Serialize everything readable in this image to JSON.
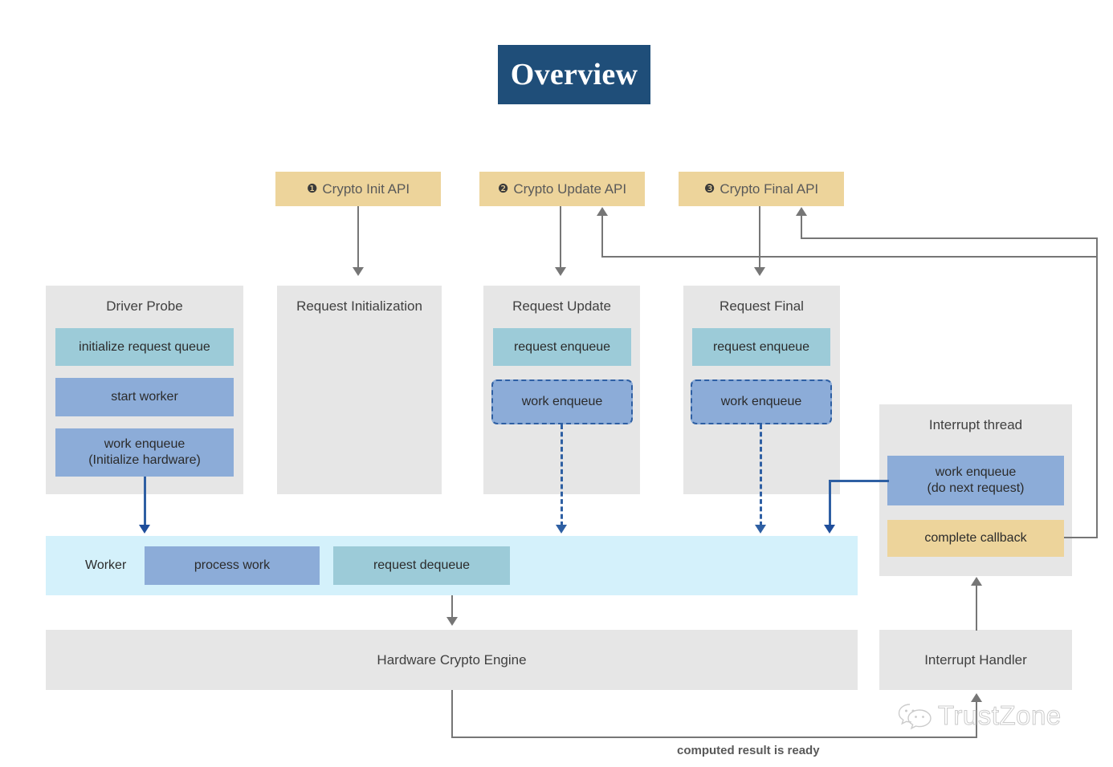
{
  "title": {
    "text": "Overview"
  },
  "colors": {
    "title_bg": "#1F4E79",
    "tan": "#EDD49B",
    "teal": "#9CCBD8",
    "blue": "#8CACD8",
    "lane_gray": "#E6E6E6",
    "worker_cyan": "#D4F1FB",
    "connector_gray": "#767676",
    "connector_blue": "#2E5FA3"
  },
  "apis": [
    {
      "marker": "❶",
      "label": "Crypto Init API"
    },
    {
      "marker": "❷",
      "label": "Crypto Update API"
    },
    {
      "marker": "❸",
      "label": "Crypto Final API"
    }
  ],
  "lanes": [
    {
      "title": "Driver Probe",
      "steps": [
        {
          "label": "initialize request queue",
          "style": "teal"
        },
        {
          "label": "start worker",
          "style": "blue"
        },
        {
          "label": "work enqueue",
          "label2": "(Initialize hardware)",
          "style": "blue"
        }
      ]
    },
    {
      "title": "Request Initialization",
      "steps": []
    },
    {
      "title": "Request Update",
      "steps": [
        {
          "label": "request enqueue",
          "style": "teal"
        },
        {
          "label": "work enqueue",
          "style": "dashed"
        }
      ]
    },
    {
      "title": "Request Final",
      "steps": [
        {
          "label": "request enqueue",
          "style": "teal"
        },
        {
          "label": "work enqueue",
          "style": "dashed"
        }
      ]
    },
    {
      "title": "Interrupt thread",
      "steps": [
        {
          "label": "work enqueue",
          "label2": "(do next request)",
          "style": "blue"
        },
        {
          "label": "complete callback",
          "style": "tan"
        }
      ]
    }
  ],
  "worker": {
    "label": "Worker",
    "steps": [
      {
        "label": "process work",
        "style": "blue"
      },
      {
        "label": "request dequeue",
        "style": "teal"
      }
    ]
  },
  "bottom": {
    "hardware_engine": "Hardware Crypto Engine",
    "interrupt_handler": "Interrupt Handler",
    "caption": "computed result is ready"
  },
  "watermark": {
    "text": "TrustZone",
    "icon": "wechat-icon"
  }
}
